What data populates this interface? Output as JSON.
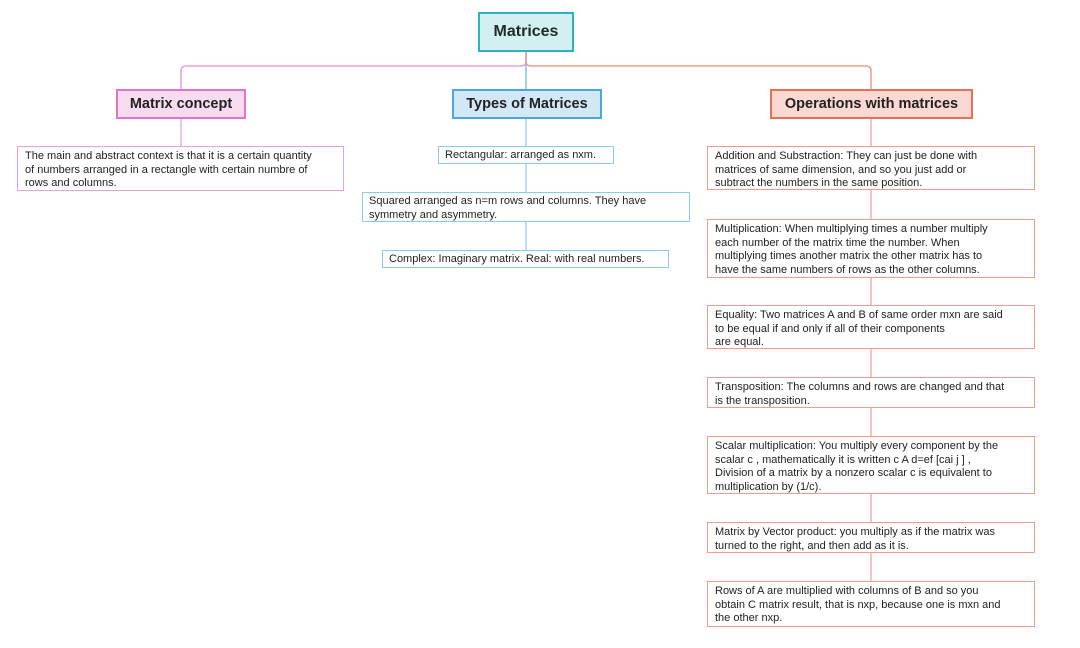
{
  "colors": {
    "root": "#2ab3c2",
    "concept": "#e273c9",
    "types": "#4aa8e0",
    "operations": "#e6705c"
  },
  "root": {
    "title": "Matrices"
  },
  "branches": {
    "concept": {
      "title": "Matrix concept",
      "items": [
        [
          "The main and abstract context is that it is a certain quantity",
          "of numbers arranged in a rectangle with certain numbre of",
          "rows and columns."
        ]
      ]
    },
    "types": {
      "title": "Types of Matrices",
      "items": [
        [
          "Rectangular: arranged as nxm."
        ],
        [
          "Squared arranged as n=m rows and columns. They have",
          "symmetry and asymmetry."
        ],
        [
          "Complex: Imaginary matrix. Real: with real numbers."
        ]
      ]
    },
    "operations": {
      "title": "Operations with matrices",
      "items": [
        [
          "Addition and Substraction: They can just be done with",
          "matrices of same dimension, and so you just add or",
          "subtract the numbers in the same position."
        ],
        [
          "Multiplication: When multiplying times a number multiply",
          "each number of the matrix time the number. When",
          "multiplying times another matrix the other matrix has to",
          "have the same numbers of rows as the other columns."
        ],
        [
          "Equality: Two matrices A and B of same order mxn are said",
          "to be equal if and only if all of their components",
          "are equal."
        ],
        [
          "Transposition: The columns and rows are changed and that",
          "is the transposition."
        ],
        [
          "Scalar multiplication: You multiply every component by the",
          "scalar c , mathematically it is written c A d=ef [cai j ] ,",
          "Division of a matrix by a nonzero scalar c is equivalent to",
          "multiplication by (1/c)."
        ],
        [
          "Matrix by Vector product: you multiply as if the matrix was",
          "turned to the right, and then add as it is."
        ],
        [
          "Rows of A are multiplied with columns of B and so you",
          "obtain C matrix result, that is nxp, because one is mxn and",
          "the other nxp."
        ]
      ]
    }
  }
}
